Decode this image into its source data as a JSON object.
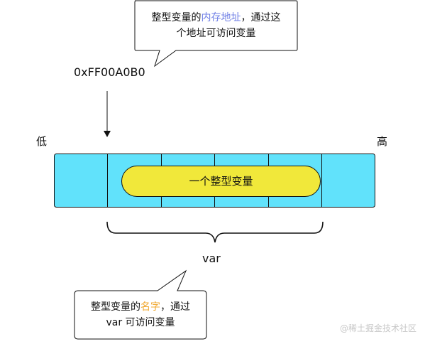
{
  "callout_top": {
    "line1_part1": "整型变量的",
    "line1_highlight": "内存地址",
    "line1_part2": "，通过这",
    "line2": "个地址可访问变量"
  },
  "address_label": "0xFF00A0B0",
  "low_label": "低",
  "high_label": "高",
  "variable_label": "一个整型变量",
  "brace_label": "var",
  "callout_bottom": {
    "line1_part1": "整型变量的",
    "line1_highlight": "名字",
    "line1_part2": "，通过",
    "line2": "var 可访问变量"
  },
  "watermark": "@稀土掘金技术社区",
  "colors": {
    "cell_fill": "#61e2fb",
    "pill_fill": "#f1e83a",
    "highlight_address": "#6f7fe6",
    "highlight_name": "#f0a830"
  }
}
